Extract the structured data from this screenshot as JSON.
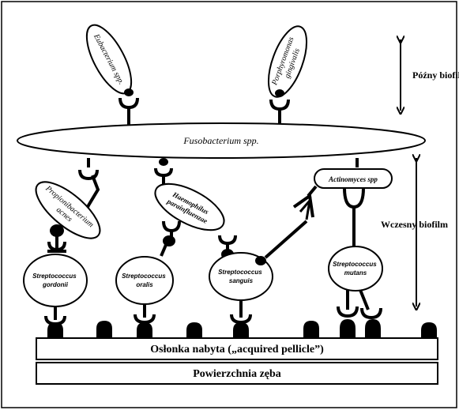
{
  "colors": {
    "ink": "#000000",
    "paper": "#ffffff"
  },
  "labels": {
    "fusobacterium": "Fusobacterium spp.",
    "eubacterium": "Eubacterium spp.",
    "porphyromonas_line1": "Porphyromonas",
    "porphyromonas_line2": "gingivalis",
    "propioni_line1": "Propionibacterium",
    "propioni_line2": "acnes",
    "haemophilus_line1": "Haemophilus",
    "haemophilus_line2": "parainfluenzae",
    "actinomyces": "Actinomyces spp",
    "gordonii_line1": "Streptococcus",
    "gordonii_line2": "gordonii",
    "oralis_line1": "Streptococcus",
    "oralis_line2": "oralis",
    "sanguis_line1": "Streptococcus",
    "sanguis_line2": "sanguis",
    "mutans_line1": "Streptococcus",
    "mutans_line2": "mutans",
    "late_biofilm": "Późny biofilm",
    "early_biofilm": "Wczesny biofilm",
    "pellicle": "Osłonka nabyta („acquired pellicle”)",
    "tooth_surface": "Powierzchnia zęba"
  }
}
